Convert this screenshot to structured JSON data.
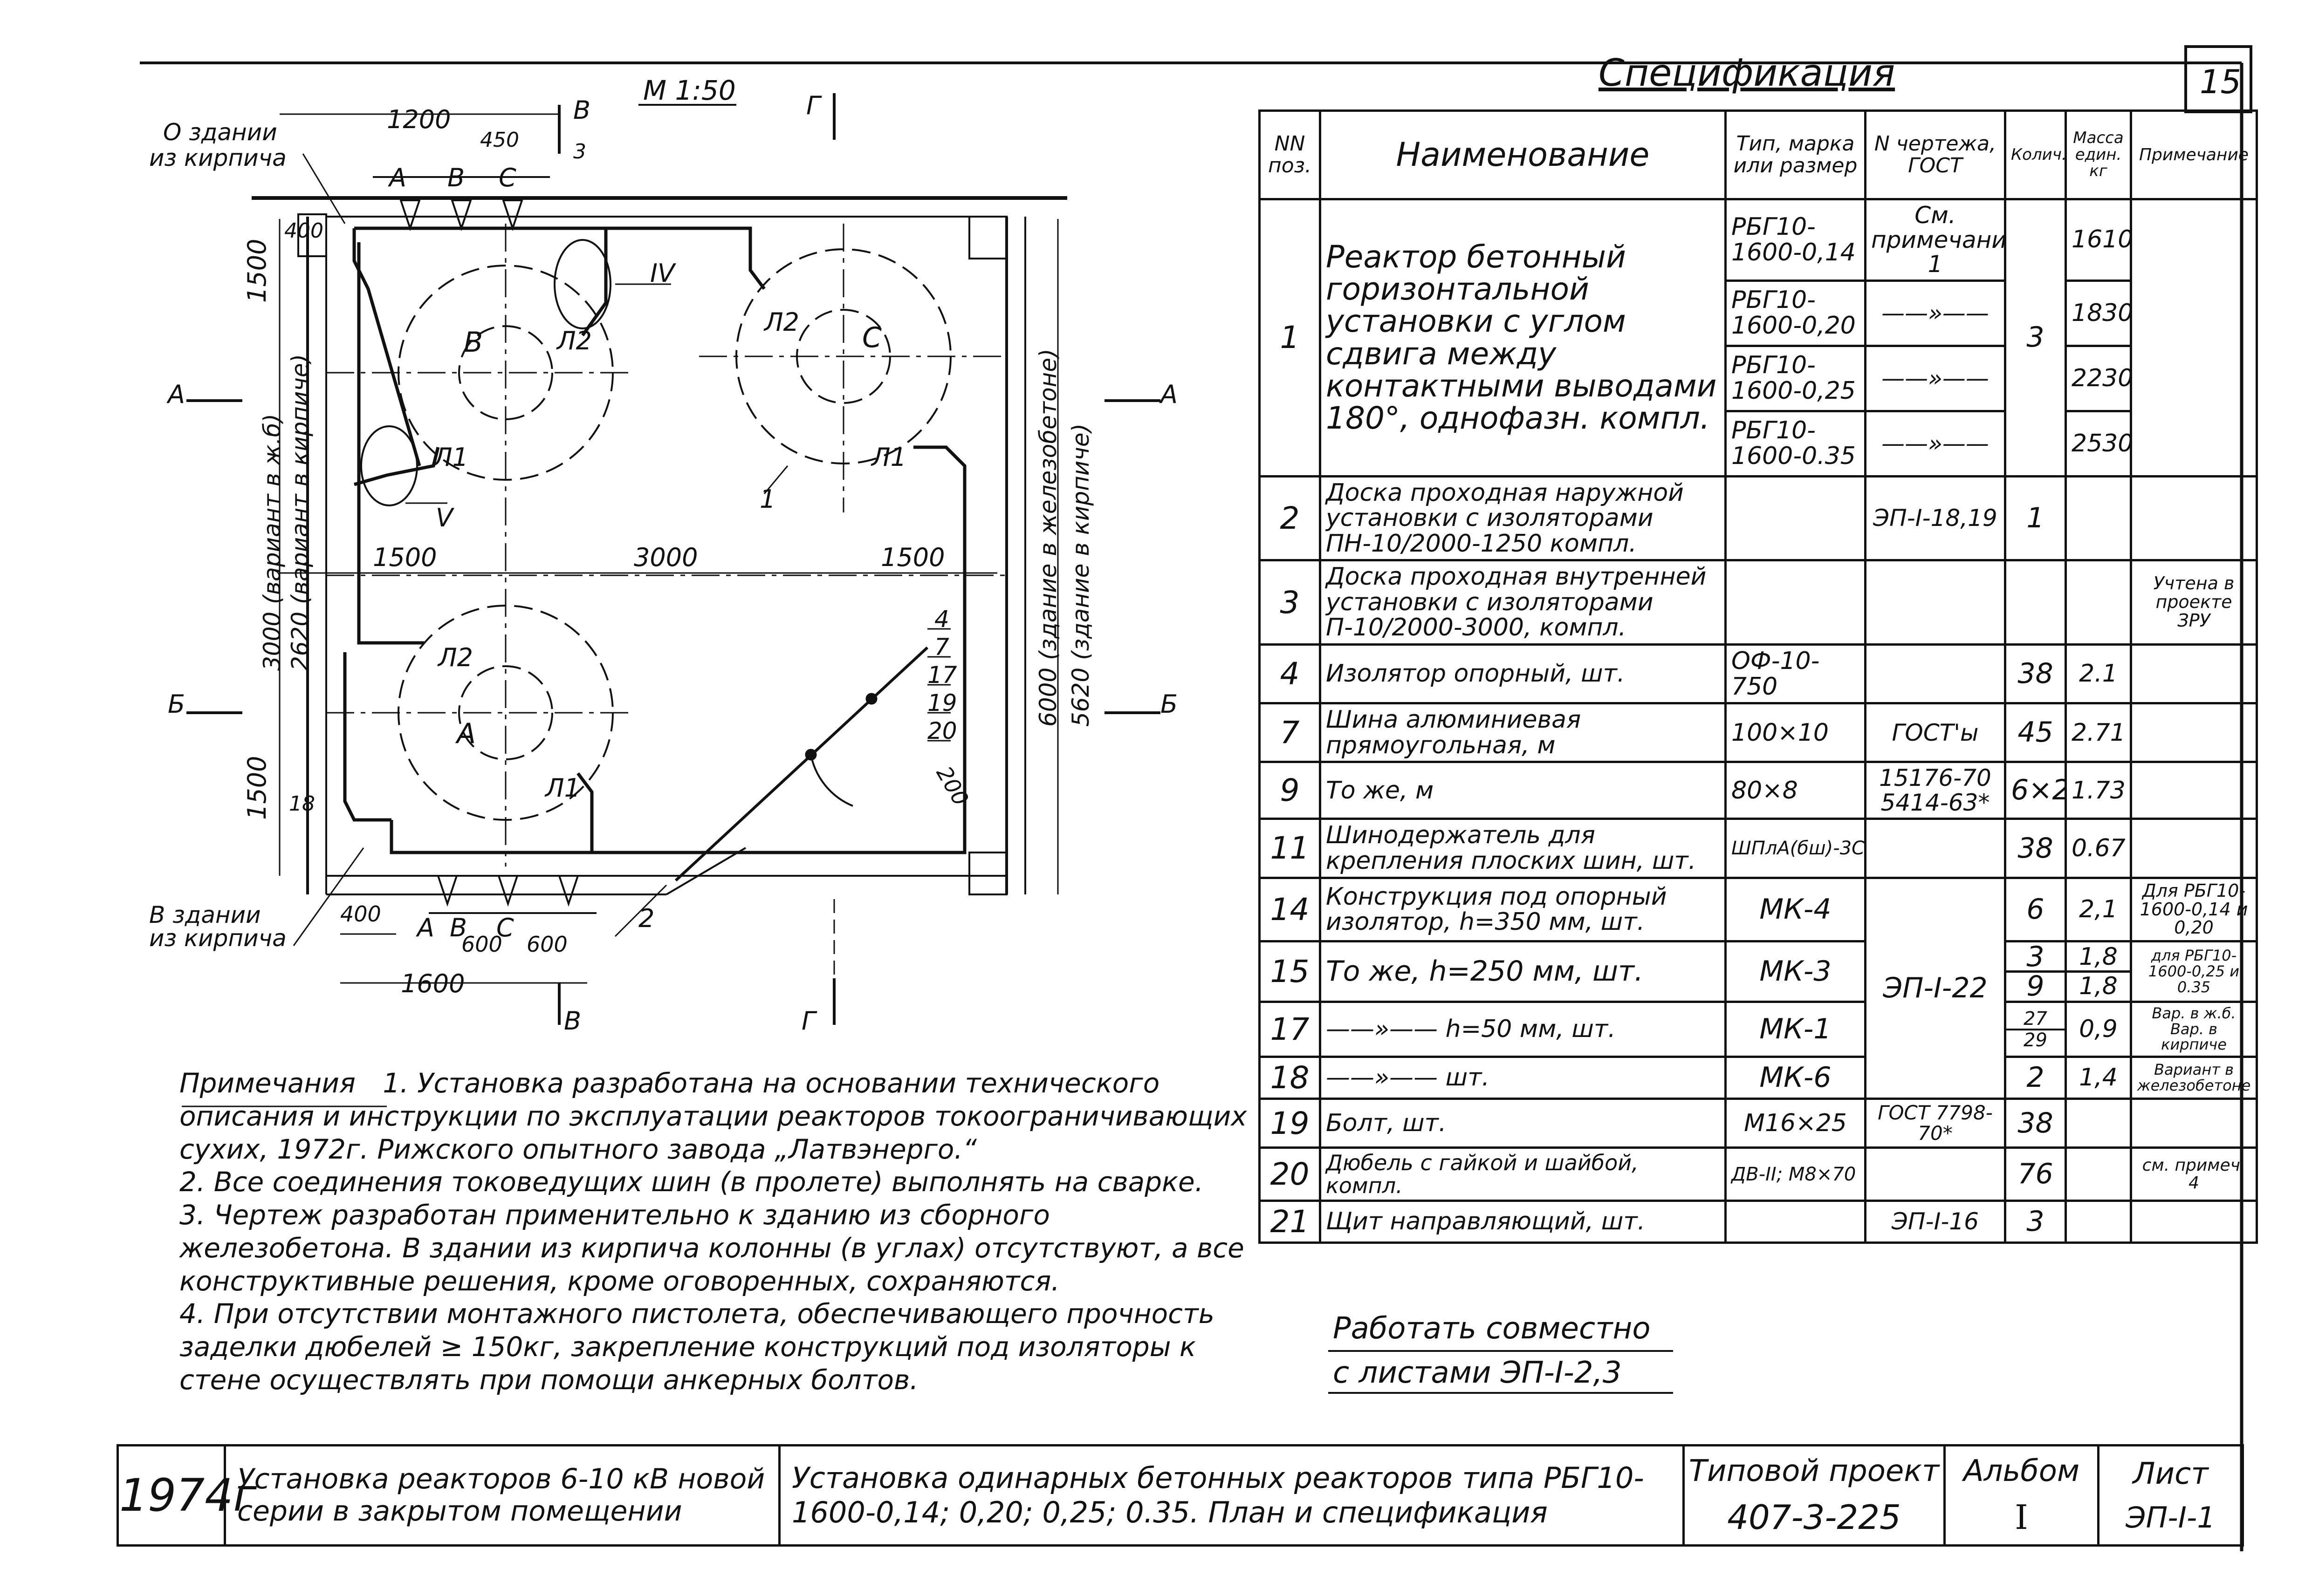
{
  "sheet": {
    "page_number": "15",
    "scale": "М 1:50"
  },
  "spec": {
    "title": "Спецификация",
    "headers": {
      "pos": "NN поз.",
      "name": "Наименование",
      "type": "Тип, марка или размер",
      "doc": "N чертежа, ГОСТ",
      "qty": "Колич.",
      "mass": "Масса един. кг",
      "note": "Примечание"
    },
    "rows": [
      {
        "pos": "1",
        "name": "Реактор бетонный горизонтальной установки с углом сдвига между контактными выводами 180°, однофазн. компл.",
        "types": [
          "РБГ10-1600-0,14",
          "РБГ10-1600-0,20",
          "РБГ10-1600-0,25",
          "РБГ10-1600-0.35"
        ],
        "docs": [
          "См. примечание 1",
          "——»——",
          "——»——",
          "——»——"
        ],
        "qty": "3",
        "masses": [
          "1610",
          "1830",
          "2230",
          "2530"
        ],
        "note": ""
      },
      {
        "pos": "2",
        "name": "Доска проходная наружной установки с изоляторами ПН-10/2000-1250",
        "unit": "компл.",
        "type": "",
        "doc": "ЭП-I-18,19",
        "qty": "1",
        "mass": "",
        "note": ""
      },
      {
        "pos": "3",
        "name": "Доска проходная внутренней установки с изоляторами П-10/2000-3000,",
        "unit": "компл.",
        "type": "",
        "doc": "",
        "qty": "",
        "mass": "",
        "note": "Учтена в проекте ЗРУ"
      },
      {
        "pos": "4",
        "name": "Изолятор опорный,",
        "unit": "шт.",
        "type": "ОФ-10-750",
        "doc": "",
        "qty": "38",
        "mass": "2.1",
        "note": ""
      },
      {
        "pos": "7",
        "name": "Шина алюминиевая прямоугольная,",
        "unit": "м",
        "type": "100×10",
        "doc": "ГОСТ'ы",
        "qty": "45",
        "mass": "2.71",
        "note": ""
      },
      {
        "pos": "9",
        "name": "То же,",
        "unit": "м",
        "type": "80×8",
        "doc": "15176-70 5414-63*",
        "qty": "6×2",
        "mass": "1.73",
        "note": ""
      },
      {
        "pos": "11",
        "name": "Шинодержатель для крепления плоских шин,",
        "unit": "шт.",
        "type": "ШПлА(бш)-3С",
        "doc": "",
        "qty": "38",
        "mass": "0.67",
        "note": ""
      },
      {
        "pos": "14",
        "name": "Конструкция под опорный изолятор, h=350 мм,",
        "unit": "шт.",
        "type": "МК-4",
        "doc": "ЭП-I-22",
        "qty": "6",
        "mass": "2,1",
        "note": "Для РБГ10-1600-0,14 и 0,20"
      },
      {
        "pos": "15",
        "name": "То же, h=250 мм,",
        "unit": "шт.",
        "type": "МК-3",
        "doc": "",
        "qty_a": "3",
        "qty_b": "9",
        "mass_a": "1,8",
        "mass_b": "1,8",
        "note": "для РБГ10-1600-0,25 и 0.35"
      },
      {
        "pos": "17",
        "name": "——»—— h=50 мм,",
        "unit": "шт.",
        "type": "МК-1",
        "doc": "",
        "qty_a": "27",
        "qty_b": "29",
        "mass": "0,9",
        "note": "Вар. в ж.б. Вар. в кирпиче"
      },
      {
        "pos": "18",
        "name": "——»——",
        "unit": "шт.",
        "type": "МК-6",
        "doc": "",
        "qty": "2",
        "mass": "1,4",
        "note": "Вариант в железобетоне"
      },
      {
        "pos": "19",
        "name": "Болт,",
        "unit": "шт.",
        "type": "М16×25",
        "doc": "ГОСТ 7798-70*",
        "qty": "38",
        "mass": "",
        "note": ""
      },
      {
        "pos": "20",
        "name": "Дюбель с гайкой и шайбой,",
        "unit": "компл.",
        "type": "ДВ-II; М8×70",
        "doc": "",
        "qty": "76",
        "mass": "",
        "note": "см. примеч. 4"
      },
      {
        "pos": "21",
        "name": "Щит направляющий,",
        "unit": "шт.",
        "type": "",
        "doc": "ЭП-I-16",
        "qty": "3",
        "mass": "",
        "note": ""
      }
    ]
  },
  "plan": {
    "top_labels": [
      "О здании",
      "из кирпича"
    ],
    "bottom_labels": [
      "В здании",
      "из кирпича"
    ],
    "dims": {
      "d1200": "1200",
      "d450": "450",
      "d400a": "400",
      "d1500a": "1500",
      "d1500b": "1500",
      "d3000": "3000",
      "d1500c": "1500",
      "d1500d": "1500",
      "d400b": "400",
      "d600a": "600",
      "d600b": "600",
      "d1600": "1600",
      "d200": "200",
      "d18": "18"
    },
    "left_vertical": "3000 (вариант в ж.б)",
    "left_vertical2": "2620 (вариант в кирпиче)",
    "right_vertical": "6000 (здание в железобетоне)",
    "right_vertical2": "5620 (здание в кирпиче)",
    "section_marks": {
      "A": "А",
      "B": "Б",
      "V": "В",
      "G": "Г"
    },
    "phases": {
      "A": "А",
      "B": "В",
      "C": "С",
      "phase_a2": "А",
      "phase_b2": "В",
      "phase_c2": "С",
      "a_bot": "А",
      "b_bot": "В",
      "c_bot": "С"
    },
    "leads": {
      "l1": "Л1",
      "l2": "Л2"
    },
    "callouts": {
      "IV": "IV",
      "V": "V",
      "one": "1",
      "two": "2",
      "three": "3"
    },
    "stack": [
      "4",
      "7",
      "17",
      "19",
      "20"
    ]
  },
  "notes": {
    "title": "Примечания",
    "items": [
      "1. Установка разработана на основании технического описания и инструкции по эксплуатации реакторов токоограничивающих сухих, 1972г. Рижского опытного завода „Латвэнерго.“",
      "2. Все соединения токоведущих шин (в пролете) выполнять на сварке.",
      "3. Чертеж разработан применительно к зданию из сборного железобетона. В здании из кирпича колонны (в углах) отсутствуют, а все конструктивные решения, кроме оговоренных, сохраняются.",
      "4. При отсутствии монтажного пистолета, обеспечивающего прочность заделки дюбелей ≥ 150кг, закрепление конструкций под изоляторы к стене осуществлять при помощи анкерных болтов."
    ]
  },
  "work_together": {
    "line1": "Работать совместно",
    "line2": "с листами ЭП-I-2,3"
  },
  "stamp": {
    "year": "1974г",
    "series": "Установка реакторов 6-10 кВ новой серии в закрытом помещении",
    "title": "Установка одинарных бетонных реакторов типа РБГ10-1600-0,14; 0,20; 0,25; 0.35. План и спецификация",
    "project_label": "Типовой проект",
    "project_no": "407-3-225",
    "album_label": "Альбом",
    "album_no": "I",
    "sheet_label": "Лист",
    "sheet_no": "ЭП-I-1"
  }
}
